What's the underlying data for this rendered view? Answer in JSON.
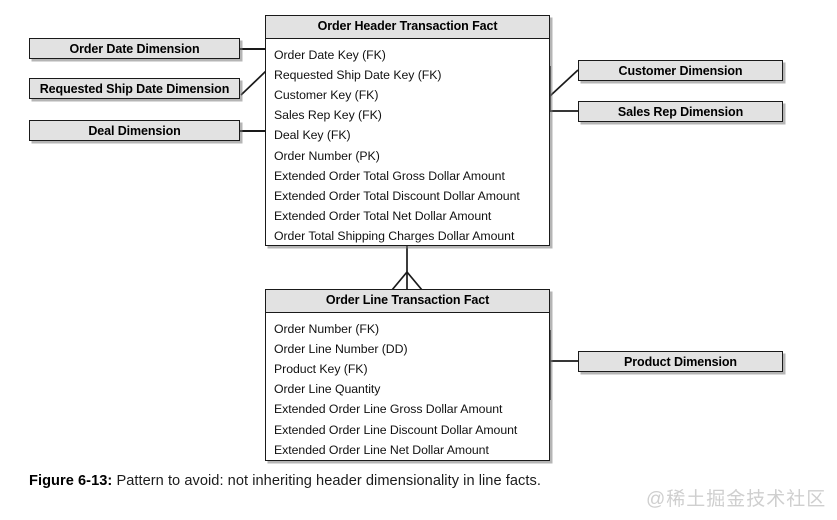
{
  "figure": {
    "label": "Figure 6-13:",
    "caption": "Pattern to avoid: not inheriting header dimensionality in line facts.",
    "watermark": "@稀土掘金技术社区"
  },
  "colors": {
    "header_fill": "#e2e2e2",
    "border": "#1a1a1a",
    "body_fill": "#ffffff",
    "shadow": "#787878",
    "text": "#111111"
  },
  "entities": {
    "order_header_fact": {
      "title": "Order Header Transaction Fact",
      "fields": [
        "Order Date Key (FK)",
        "Requested Ship Date Key (FK)",
        "Customer Key (FK)",
        "Sales Rep Key (FK)",
        "Deal Key (FK)",
        "Order Number (PK)",
        "Extended Order Total Gross Dollar Amount",
        "Extended Order Total Discount Dollar Amount",
        "Extended Order Total Net Dollar Amount",
        "Order Total Shipping Charges Dollar Amount"
      ]
    },
    "order_line_fact": {
      "title": "Order Line Transaction Fact",
      "fields": [
        "Order Number (FK)",
        "Order Line Number (DD)",
        "Product Key (FK)",
        "Order Line Quantity",
        "Extended Order Line Gross Dollar Amount",
        "Extended Order Line Discount Dollar Amount",
        "Extended Order Line Net Dollar Amount"
      ]
    }
  },
  "dimensions": {
    "left": [
      {
        "title": "Order Date Dimension"
      },
      {
        "title": "Requested Ship Date Dimension"
      },
      {
        "title": "Deal Dimension"
      }
    ],
    "right_top": [
      {
        "title": "Customer Dimension"
      },
      {
        "title": "Sales Rep Dimension"
      }
    ],
    "right_bottom": [
      {
        "title": "Product Dimension"
      }
    ]
  },
  "relationships": {
    "header_to_line_cardinality": "one-to-many-crows-foot"
  }
}
